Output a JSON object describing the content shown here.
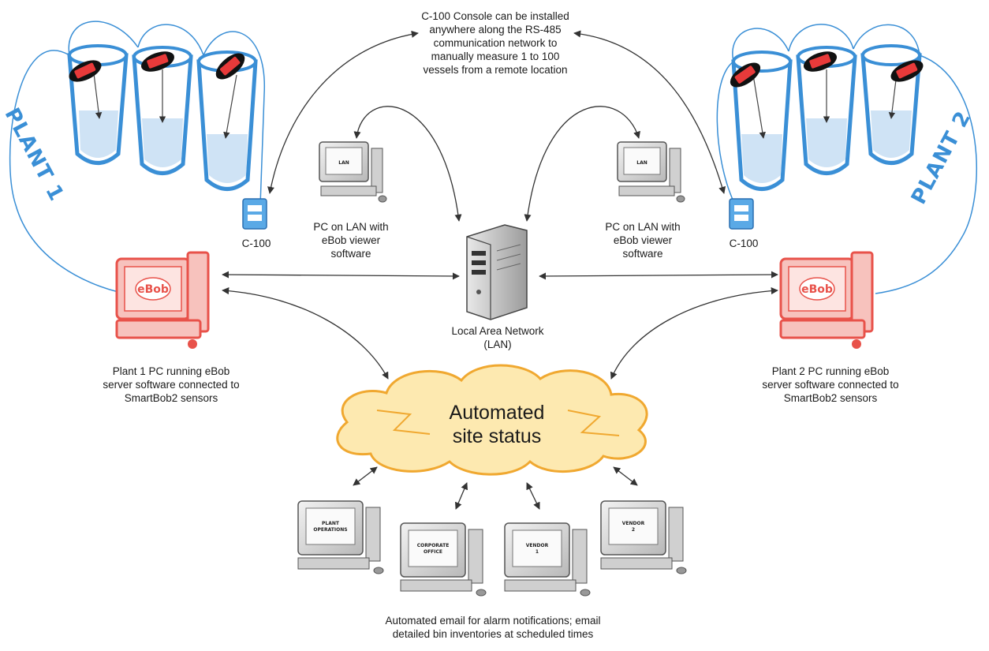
{
  "labels": {
    "c100_console_note": [
      "C-100 Console can be installed",
      "anywhere along the RS-485",
      "communication network to",
      "manually measure 1 to 100",
      "vessels from a remote location"
    ],
    "plant1": "PLANT 1",
    "plant2": "PLANT 2",
    "c100_left": "C-100",
    "c100_right": "C-100",
    "pc_lan_left": [
      "PC on LAN with",
      "eBob viewer",
      "software"
    ],
    "pc_lan_right": [
      "PC on LAN with",
      "eBob viewer",
      "software"
    ],
    "lan_server": [
      "Local Area Network",
      "(LAN)"
    ],
    "plant1_pc": [
      "Plant 1 PC running eBob",
      "server software connected to",
      "SmartBob2 sensors"
    ],
    "plant2_pc": [
      "Plant 2 PC running eBob",
      "server software connected to",
      "SmartBob2 sensors"
    ],
    "cloud": [
      "Automated",
      "site status"
    ],
    "email_note": [
      "Automated email for alarm notifications; email",
      "detailed bin inventories at scheduled times"
    ]
  },
  "screens": {
    "lan_pc_left": "LAN",
    "lan_pc_right": "LAN",
    "plant_pc_left": "eBob",
    "plant_pc_right": "eBob",
    "client_1": [
      "PLANT",
      "OPERATIONS"
    ],
    "client_2": [
      "CORPORATE",
      "OFFICE"
    ],
    "client_3": [
      "VENDOR",
      "1"
    ],
    "client_4": [
      "VENDOR",
      "2"
    ]
  },
  "colors": {
    "silo_blue": "#3a8fd6",
    "silo_fill": "#cfe3f5",
    "plant_pc_red": "#e8524a",
    "plant_pc_fill": "#f7c2bd",
    "cloud_orange": "#f0a830",
    "cloud_fill": "#fde9b0",
    "computer_gray": "#9a9a9a"
  }
}
